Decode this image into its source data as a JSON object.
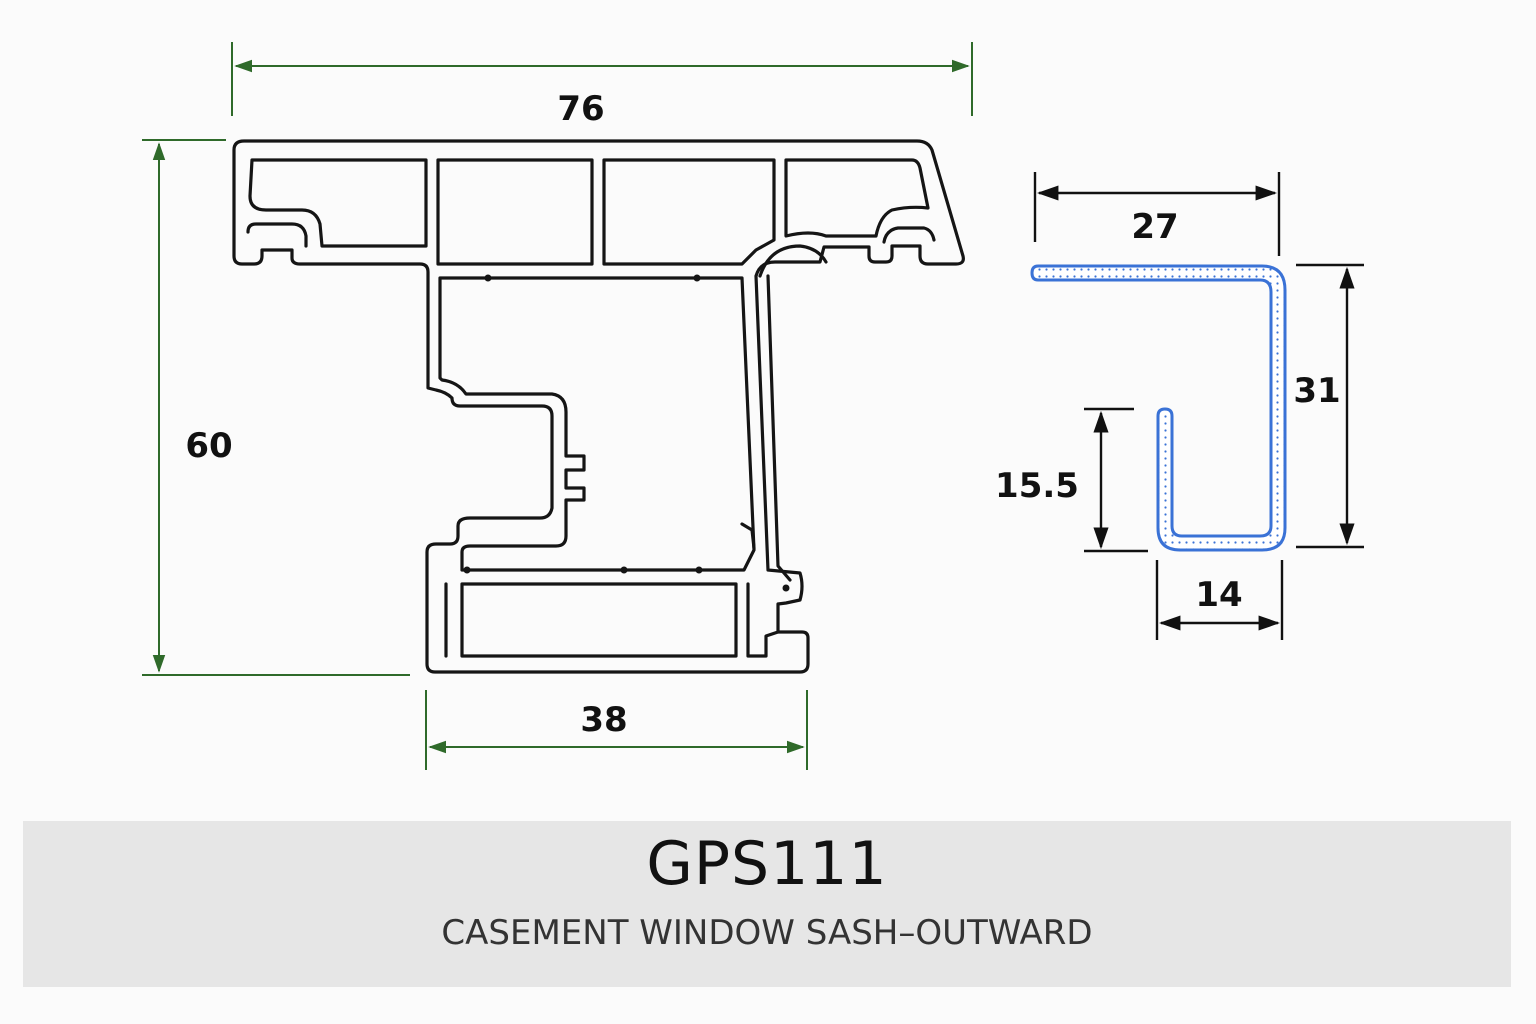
{
  "dimensions": {
    "profile_width": "76",
    "profile_height": "60",
    "profile_bottom_width": "38",
    "gasket_top_width": "27",
    "gasket_height": "31",
    "gasket_lip_height": "15.5",
    "gasket_bottom_width": "14"
  },
  "caption": {
    "code": "GPS111",
    "description": "CASEMENT WINDOW SASH–OUTWARD"
  },
  "colors": {
    "dimension_green": "#2f6a2a",
    "gasket_blue": "#3a72d6",
    "profile_outline": "#151515",
    "caption_band": "#e6e6e6"
  }
}
